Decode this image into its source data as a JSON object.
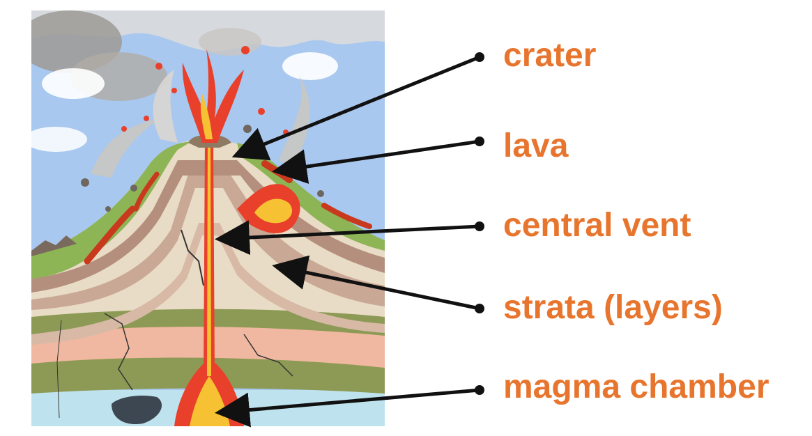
{
  "colors": {
    "label": "#e8752e",
    "pointer": "#111111",
    "sky": "#a9c8ef",
    "lava": "#e8402a",
    "magma": "#f6c233"
  },
  "labels": {
    "crater": "crater",
    "lava": "lava",
    "central_vent": "central vent",
    "strata": "strata (layers)",
    "magma_chamber": "magma chamber"
  }
}
